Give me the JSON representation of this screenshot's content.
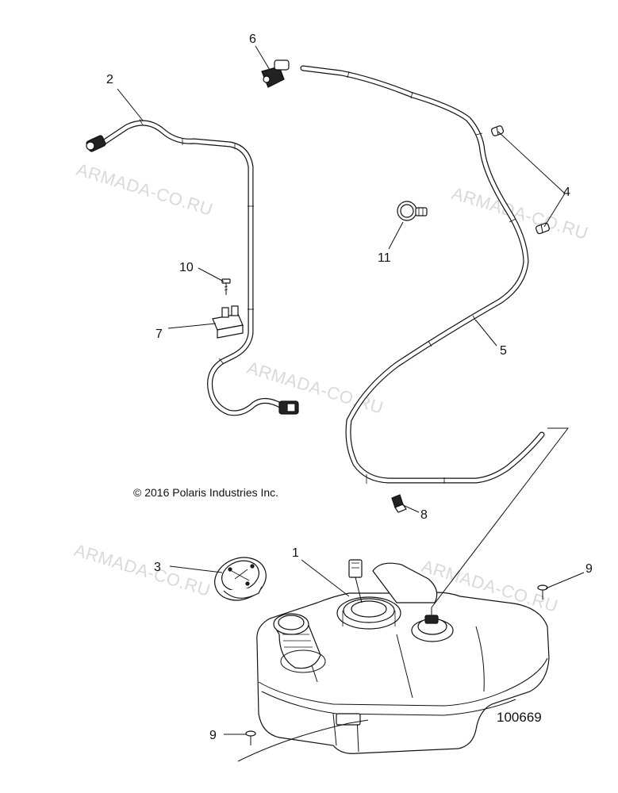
{
  "watermark": "ARMADA-CO.RU",
  "copyright": "© 2016 Polaris Industries Inc.",
  "document_number": "100669",
  "callouts": [
    "1",
    "2",
    "3",
    "4",
    "5",
    "6",
    "7",
    "8",
    "9",
    "9",
    "10",
    "11"
  ]
}
